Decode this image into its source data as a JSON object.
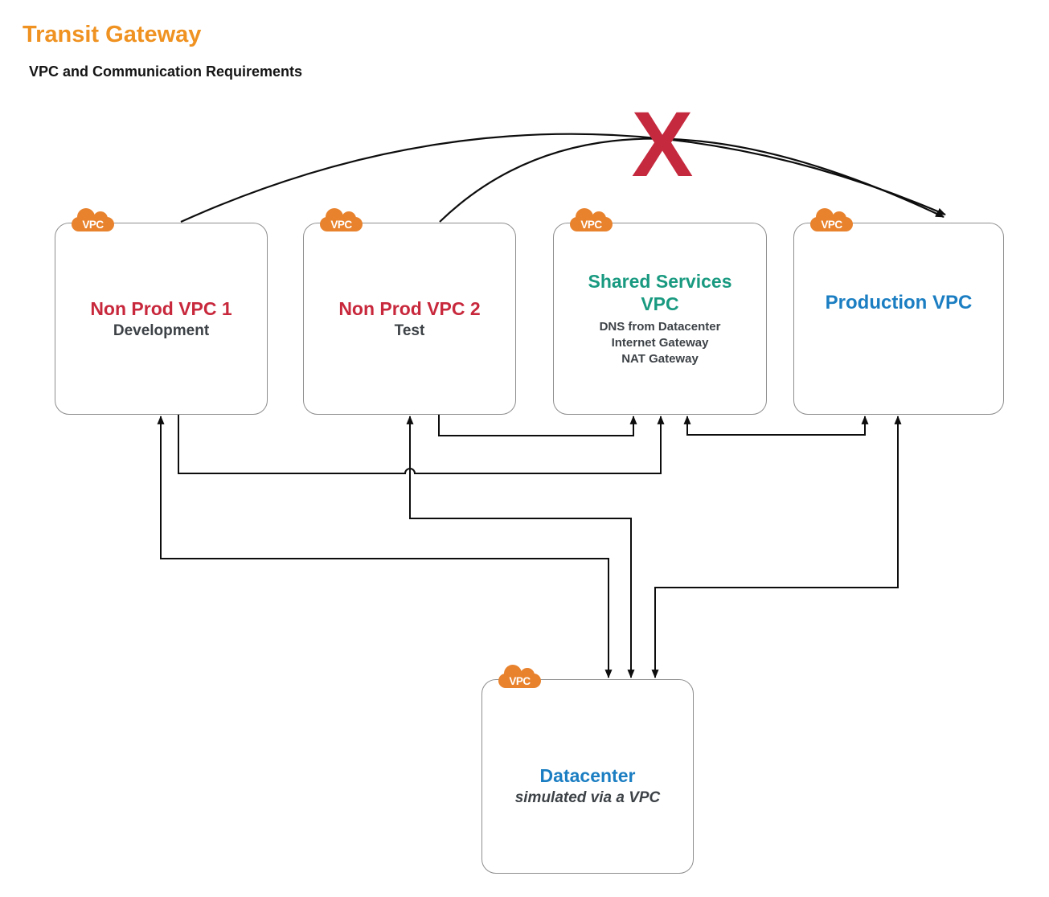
{
  "header": {
    "title": "Transit Gateway",
    "subtitle": "VPC and Communication Requirements"
  },
  "badge_label": "VPC",
  "denied_marker": "X",
  "colors": {
    "title_orange": "#ef9221",
    "node_red": "#c8283c",
    "node_green": "#199a80",
    "node_blue": "#1b7ec2",
    "secondary_text": "#3d4247",
    "cloud_orange": "#e8822d",
    "denied_red": "#c5293e",
    "border_gray": "#8e8e8e",
    "connector_black": "#0d0d0d"
  },
  "nodes": {
    "nonprod1": {
      "title": "Non Prod VPC 1",
      "subtitle": "Development"
    },
    "nonprod2": {
      "title": "Non Prod VPC 2",
      "subtitle": "Test"
    },
    "shared": {
      "title_line1": "Shared Services",
      "title_line2": "VPC",
      "details": [
        "DNS from Datacenter",
        "Internet Gateway",
        "NAT Gateway"
      ]
    },
    "production": {
      "title": "Production VPC"
    },
    "datacenter": {
      "title": "Datacenter",
      "subtitle": "simulated via a VPC"
    }
  },
  "connections": [
    {
      "from": "Non Prod VPC 1",
      "to": "Shared Services VPC",
      "type": "one-way"
    },
    {
      "from": "Non Prod VPC 2",
      "to": "Shared Services VPC",
      "type": "one-way"
    },
    {
      "from": "Shared Services VPC",
      "to": "Production VPC",
      "type": "two-way"
    },
    {
      "from": "Non Prod VPC 1",
      "to": "Datacenter",
      "type": "two-way"
    },
    {
      "from": "Non Prod VPC 2",
      "to": "Datacenter",
      "type": "two-way"
    },
    {
      "from": "Production VPC",
      "to": "Datacenter",
      "type": "two-way"
    },
    {
      "from": "Non Prod VPC 1",
      "to": "Production VPC",
      "type": "denied"
    },
    {
      "from": "Non Prod VPC 2",
      "to": "Production VPC",
      "type": "denied"
    }
  ]
}
